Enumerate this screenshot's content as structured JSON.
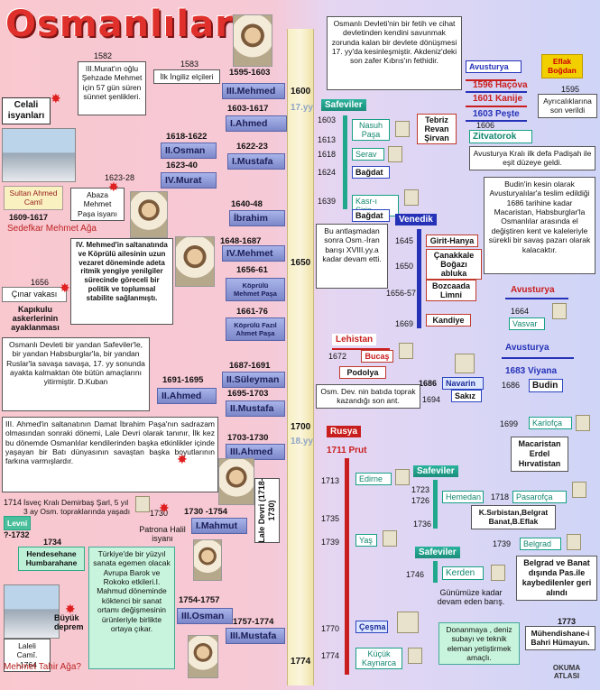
{
  "title": "Osmanlılar",
  "ruler": {
    "y1600": "1600",
    "c17": "17.yy",
    "y1650": "1650",
    "y1700": "1700",
    "c18": "18.yy",
    "y1774": "1774"
  },
  "sultans": [
    {
      "name": "III.Mehmed",
      "years": "1595-1603"
    },
    {
      "name": "I.Ahmed",
      "years": "1603-1617"
    },
    {
      "name": "II.Osman",
      "years": "1618-1622"
    },
    {
      "name": "I.Mustafa",
      "years": "1622-23"
    },
    {
      "name": "IV.Murat",
      "years": "1623-40"
    },
    {
      "name": "İbrahim",
      "years": "1640-48"
    },
    {
      "name": "IV.Mehmet",
      "years": "1648-1687"
    },
    {
      "name": "Köprülü Mehmet Paşa",
      "years": "1656-61"
    },
    {
      "name": "Köprülü Fazıl Ahmet Paşa",
      "years": "1661-76"
    },
    {
      "name": "II.Süleyman",
      "years": "1687-1691"
    },
    {
      "name": "II.Ahmed",
      "years": "1691-1695"
    },
    {
      "name": "II.Mustafa",
      "years": "1695-1703"
    },
    {
      "name": "III.Ahmed",
      "years": "1703-1730"
    },
    {
      "name": "I.Mahmut",
      "years": "1730 -1754"
    },
    {
      "name": "III.Osman",
      "years": "1754-1757"
    },
    {
      "name": "III.Mustafa",
      "years": "1757-1774"
    }
  ],
  "left": {
    "y1582": "1582",
    "murat_text": "III.Murat'ın oğlu Şehzade Mehmet için 57 gün süren sünnet şenlikleri.",
    "y1583": "1583",
    "ingiliz": "İlk İngiliz elçileri",
    "celali": "Celali isyanları",
    "sultanahmed": "Sultan Ahmed Camî",
    "y1609": "1609-1617",
    "y1623": "1623-28",
    "abaza": "Abaza Mehmet Paşa isyanı",
    "sedefkar": "Sedefkar Mehmet Ağa",
    "mehmet_text": "IV. Mehmed'in saltanatında ve Köprülü ailesinin uzun vezaret döneminde adeta ritmik yengiye yenilgiler sürecinde göreceli bir politik ve toplumsal stabilite sağlanmıştı.",
    "y1656": "1656",
    "cinar": "Çınar vakası",
    "kapikulu": "Kapıkulu askerlerinin ayaklanması",
    "safevi_text": "Osmanlı Devleti bir yandan Safeviler'le, bir yandan Habsburglar'la, bir yandan Ruslar'la savaşa savaşa, 17. yy sonunda ayakta kalmaktan öte bütün amaçlarını yitirmiştir. D.Kuban",
    "lale_text": "III. Ahmed'in saltanatının Damat İbrahim Paşa'nın sadrazam olmasından sonraki dönemi, Lale Devri olarak tanınır, İlk kez bu dönemde Osmanlılar kendilerinden başka etkinlikler içinde yaşayan bir Batı dünyasının savaştan başka boyutlarının farkına varmışlardır.",
    "y1714": "1714",
    "isvec": "İsveç Kralı Demirbaş Şarl, 5 yıl 3 ay Osm. topraklarında yaşadı",
    "levni": "Levni",
    "levni_y": "?-1732",
    "y1734": "1734",
    "hendesehane": "Hendesehane Humbarahane",
    "y1730": "1730",
    "patrona": "Patrona Halil isyanı",
    "lale_devri": "Lale Devri (1718-1730)",
    "barok_text": "Türkiye'de bir yüzyıl sanata egemen olacak Avrupa Barok ve Rokoko etkileri.I. Mahmud döneminde köktenci bir sanat ortamı değişmesinin ürünleriyle birlikte ortaya çıkar.",
    "laleli": "Laleli Camî. -1764",
    "buyuk": "Büyük deprem",
    "tahir": "Mehmet Tahir Ağa?"
  },
  "right": {
    "top_text": "Osmanlı Devleti'nin bir fetih ve cihat devletinden kendini savunmak zorunda kalan bir devlete dönüşmesi 17. yy'da kesinleşmiştir. Akdeniz'deki son zafer Kıbrıs'ın fethidir.",
    "avusturya": "Avusturya",
    "eflak": "Eflak Boğdan",
    "haçova": "1596 Haçova",
    "kanije": "1601 Kanije",
    "peste": "1603 Peşte",
    "y1595": "1595",
    "aycikl": "Ayrıcalıklarına son verildi",
    "y1606": "1606",
    "zitvatorok": "Zitvatorok",
    "zitva_text": "Avusturya Kralı ilk defa Padişah ile eşit düzeye geldi.",
    "safeviler": "Safeviler",
    "y1603": "1603",
    "nasuh": "Nasuh Paşa",
    "tebriz": "Tebriz Revan Şirvan",
    "y1613": "1613",
    "y1618": "1618",
    "serav": "Serav",
    "y1624": "1624",
    "bagdat": "Bağdat",
    "y1639": "1639",
    "kasr": "Kasr-ı Şirin",
    "bagdat2": "Bağdat",
    "budin_text": "Budin'in kesin olarak Avusturyalılar'a teslim edildiği 1686 tarihine kadar Macaristan, Habsburglar'la Osmanlılar arasında el değiştiren kent ve kaleleriyle sürekli bir savaş pazarı olarak kalacaktır.",
    "antlasma": "Bu antlaşmadan sonra Osm.-İran barışı XVIII.yy.a kadar devam etti.",
    "venedik": "Venedik",
    "y1645": "1645",
    "girit": "Girit-Hanya",
    "y1650": "1650",
    "canakkale": "Çanakkale Boğazı abluka",
    "y1656": "1656-57",
    "bozcaada": "Bozcaada Limni",
    "y1669": "1669",
    "kandiye": "Kandiye",
    "avusturya2": "Avusturya",
    "y1664": "1664",
    "vasvar": "Vasvar",
    "lehistan": "Lehistan",
    "y1672": "1672",
    "bucas": "Bucaş",
    "podolya": "Podolya",
    "y1686": "1686",
    "navarin": "Navarin",
    "y1694": "1694",
    "sakiz": "Sakız",
    "avusturya3": "Avusturya",
    "viyana": "1683 Viyana",
    "y1686b": "1686",
    "budin": "Budin",
    "osm_text": "Osm. Dev. nin batıda toprak kazandığı son ant.",
    "y1699": "1699",
    "karlofca": "Karlofça",
    "macaristan": "Macaristan Erdel Hırvatistan",
    "rusya": "Rusya",
    "prut": "1711 Prut",
    "y1713": "1713",
    "edirne": "Edirne",
    "safeviler2": "Safeviler",
    "y1723": "1723",
    "y1726": "1726",
    "hemedan": "Hemedan",
    "y1718": "1718",
    "pasarofca": "Pasarofça",
    "y1735": "1735",
    "y1736": "1736",
    "sirbistan": "K.Sırbistan,Belgrat Banat,B.Eflak",
    "y1739": "1739",
    "yas": "Yaş",
    "y1739b": "1739",
    "belgrad": "Belgrad",
    "safeviler3": "Safeviler",
    "y1746": "1746",
    "kerden": "Kerden",
    "belgrad_text": "Belgrad ve Banat dışında Pas.ile kaybedilenler geri alındı",
    "gunumuz": "Günümüze kadar devam eden barış.",
    "y1770": "1770",
    "cesma": "Çeşma",
    "donanma": "Donanmaya , deniz subayı ve teknik eleman yetiştirmek amaçlı.",
    "y1773": "1773",
    "muhendis": "Mühendishane-i Bahri Hümayun.",
    "y1774": "1774",
    "kucuk": "Küçük Kaynarca",
    "okuma": "OKUMA ATLASI"
  }
}
